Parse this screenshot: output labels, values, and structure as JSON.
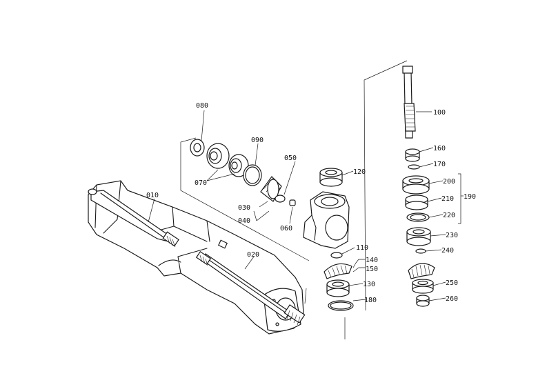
{
  "labels": {
    "p010": "010",
    "p020": "020",
    "p030": "030",
    "p040": "040",
    "p050": "050",
    "p060": "060",
    "p070": "070",
    "p080": "080",
    "p090": "090",
    "p100": "100",
    "p110": "110",
    "p120": "120",
    "p130": "130",
    "p140": "140",
    "p150": "150",
    "p160": "160",
    "p170": "170",
    "p180": "180",
    "p190": "190",
    "p200": "200",
    "p210": "210",
    "p220": "220",
    "p230": "230",
    "p240": "240",
    "p250": "250",
    "p260": "260"
  }
}
